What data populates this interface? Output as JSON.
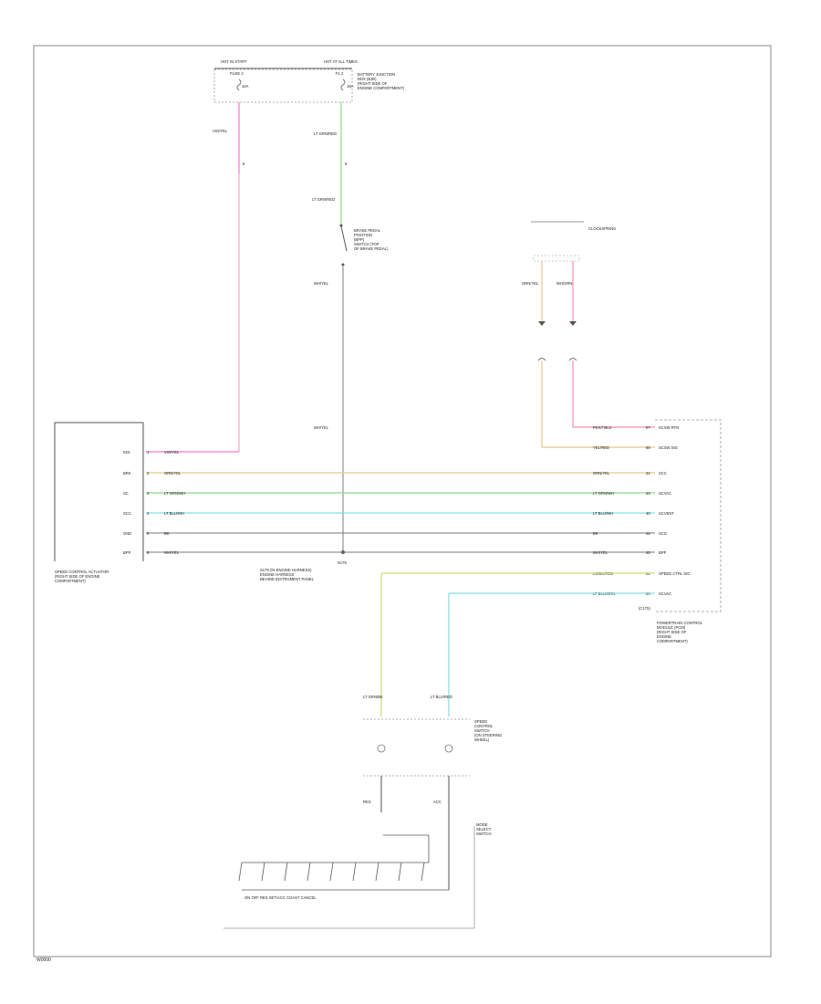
{
  "figure_code": "W0000",
  "colors": {
    "pink": "#ee7acb",
    "light_pink": "#f4a7c8",
    "wire_pink": "#f08fa8",
    "tan": "#e8c88a",
    "green": "#88dd88",
    "cyan": "#7fe0e0",
    "yellow_green": "#cbe07a",
    "gray": "#777777",
    "line": "#555555"
  },
  "top_fuse": {
    "left_label": "HOT IN START",
    "left_fuse": "FUSE 2",
    "left_amp": "10A",
    "right_label": "HOT AT ALL TIMES",
    "right_fuse": "F1.2",
    "right_amp": "15A",
    "box_name": "BATTERY JUNCTION BOX (BJB) (RIGHT SIDE OF ENGINE COMPARTMENT)",
    "left_wire": "VIO/YEL",
    "left_pin": "9",
    "right_wire": "LT GRN/RED",
    "right_pin": "9"
  },
  "brake_switch": {
    "wire_in": "LT GRN/RED",
    "name": "BRAKE PEDAL POSITION (BPP) SWITCH (TOP OF BRAKE PEDAL)",
    "wire_out": "WH/YEL"
  },
  "splice": {
    "label": "S175",
    "wire": "WH/YEL"
  },
  "clockspring": {
    "name": "CLOCKSPRING",
    "wire_left": "ORN/YEL",
    "wire_right": "WH/ORN"
  },
  "left_module": {
    "name": "SPEED CONTROL ACTUATOR (RIGHT SIDE OF ENGINE COMPARTMENT)",
    "pins": [
      {
        "pin": "1",
        "label": "IGN",
        "wire": "VIO/YEL"
      },
      {
        "pin": "2",
        "label": "BRK",
        "wire": "ORN/YEL"
      },
      {
        "pin": "3",
        "label": "SC",
        "wire": "LT GRN/WH"
      },
      {
        "pin": "4",
        "label": "SCC",
        "wire": "LT BLU/WH"
      },
      {
        "pin": "5",
        "label": "GND",
        "wire": "BK"
      },
      {
        "pin": "6",
        "label": "BPP",
        "wire": "WH/YEL"
      }
    ]
  },
  "right_module": {
    "name": "POWERTRAIN CONTROL MODULE (PCM) (RIGHT SIDE OF ENGINE COMPARTMENT)",
    "pins": [
      {
        "pin": "67",
        "label": "SCSW RTN",
        "wire": "PK/LT BLU"
      },
      {
        "pin": "68",
        "label": "SCSW SIG",
        "wire": "YEL/RED"
      },
      {
        "pin": "42",
        "label": "SCC",
        "wire": "ORN/YEL"
      },
      {
        "pin": "43",
        "label": "SCVAC",
        "wire": "LT GRN/WH"
      },
      {
        "pin": "40",
        "label": "SCVENT",
        "wire": "LT BLU/WH"
      },
      {
        "pin": "41",
        "label": "SCG",
        "wire": "BK"
      },
      {
        "pin": "46",
        "label": "BPP",
        "wire": "WH/YEL"
      },
      {
        "pin": "81",
        "label": "SPEED CTRL SIG",
        "wire": "LG/BK/RED"
      },
      {
        "pin": "80",
        "label": "SCVAC",
        "wire": "LT BLU/ORN"
      }
    ],
    "extra": "(C175)"
  },
  "center_bus_label": "S175 (IN ENGINE HARNESS) ENGINE HARNESS BEHIND INSTRUMENT PANEL",
  "speed_switch": {
    "name": "SPEED CONTROL SWITCH (ON STEERING WHEEL)",
    "wire_left": "LT GRN/BK",
    "wire_right": "LT BLU/RED",
    "left_terminal": "RES",
    "right_terminal": "ACC",
    "buttons_label": "ON OFF RES SET/ACC COAST CANCEL",
    "switch_type": "MODE SELECT SWITCH"
  }
}
